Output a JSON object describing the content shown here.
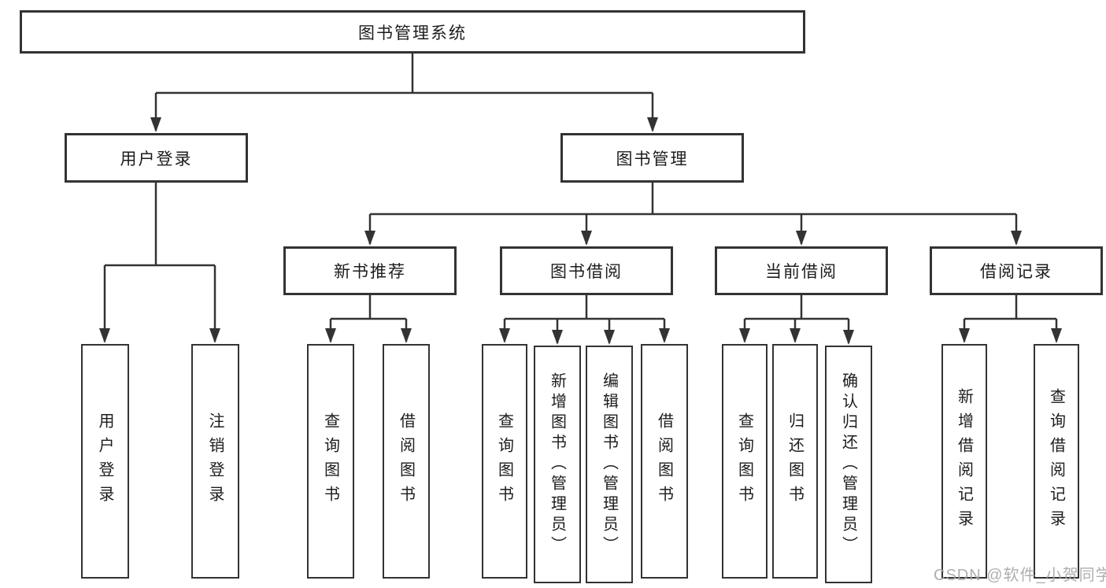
{
  "diagram": {
    "type": "hierarchy-chart",
    "title": "图书管理系统",
    "watermark": "CSDN @软件_小贺同学",
    "colors": {
      "line": "#333333",
      "box_border": "#333333",
      "box_fill": "#ffffff",
      "text": "#1c1c1c",
      "watermark": "#a5a5a5",
      "background": "#ffffff"
    },
    "root": {
      "label": "图书管理系统"
    },
    "level2": [
      {
        "label": "用户登录",
        "parent": "图书管理系统"
      },
      {
        "label": "图书管理",
        "parent": "图书管理系统"
      }
    ],
    "level3": [
      {
        "label": "新书推荐",
        "parent": "图书管理"
      },
      {
        "label": "图书借阅",
        "parent": "图书管理"
      },
      {
        "label": "当前借阅",
        "parent": "图书管理"
      },
      {
        "label": "借阅记录",
        "parent": "图书管理"
      }
    ],
    "leaves": [
      {
        "label": "用户登录",
        "parent": "用户登录"
      },
      {
        "label": "注销登录",
        "parent": "用户登录"
      },
      {
        "label": "查询图书",
        "parent": "新书推荐"
      },
      {
        "label": "借阅图书",
        "parent": "新书推荐"
      },
      {
        "label": "查询图书",
        "parent": "图书借阅"
      },
      {
        "label": "新增图书（管理员）",
        "parent": "图书借阅"
      },
      {
        "label": "编辑图书（管理员）",
        "parent": "图书借阅"
      },
      {
        "label": "借阅图书",
        "parent": "图书借阅"
      },
      {
        "label": "查询图书",
        "parent": "当前借阅"
      },
      {
        "label": "归还图书",
        "parent": "当前借阅"
      },
      {
        "label": "确认归还（管理员）",
        "parent": "当前借阅"
      },
      {
        "label": "新增借阅记录",
        "parent": "借阅记录"
      },
      {
        "label": "查询借阅记录",
        "parent": "借阅记录"
      }
    ]
  }
}
